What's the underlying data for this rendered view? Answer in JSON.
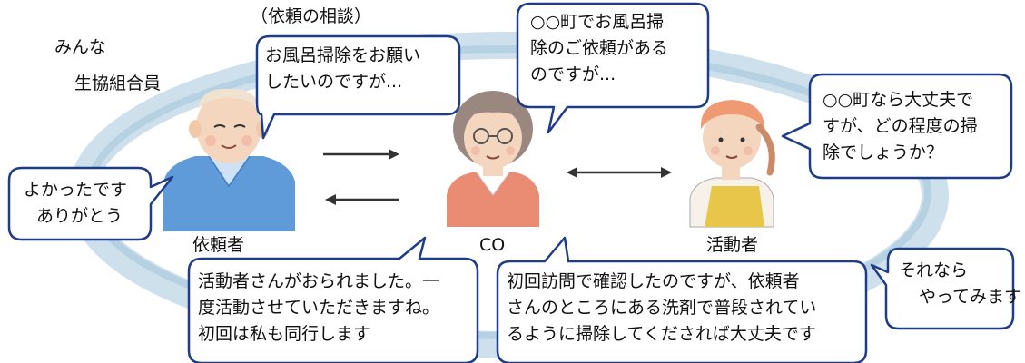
{
  "labels": {
    "members": [
      "みんな",
      "生協組合員"
    ],
    "consult": "（依頼の相談）",
    "requester": "依頼者",
    "co": "CO",
    "volunteer": "活動者"
  },
  "bubbles": {
    "requester_request": [
      "お風呂掃除をお願い",
      "したいのですが..."
    ],
    "co_ask_volunteer": [
      "○○町でお風呂掃",
      "除のご依頼がある",
      "のですが..."
    ],
    "volunteer_reply": [
      "○○町なら大丈夫で",
      "すが、どの程度の掃",
      "除でしょうか？"
    ],
    "requester_thanks": [
      "よかったです",
      "ありがとう"
    ],
    "co_tell_requester": [
      "活動者さんがおられました。一",
      "度活動させていただきますね。",
      "初回は私も同行します"
    ],
    "co_tell_volunteer": [
      "初回訪問で確認したのですが、依頼者",
      "さんのところにある洗剤で普段されてい",
      "るように掃除してくだされば大丈夫です"
    ],
    "volunteer_accept": [
      "それなら",
      "やってみます"
    ]
  },
  "colors": {
    "bubble_border": "#1f3c88",
    "ring": "#a9c9dd",
    "arrow": "#333333",
    "requester_shirt": "#5e9bd8",
    "co_cardigan": "#ea8b74",
    "volunteer_apron": "#e8c64a"
  }
}
